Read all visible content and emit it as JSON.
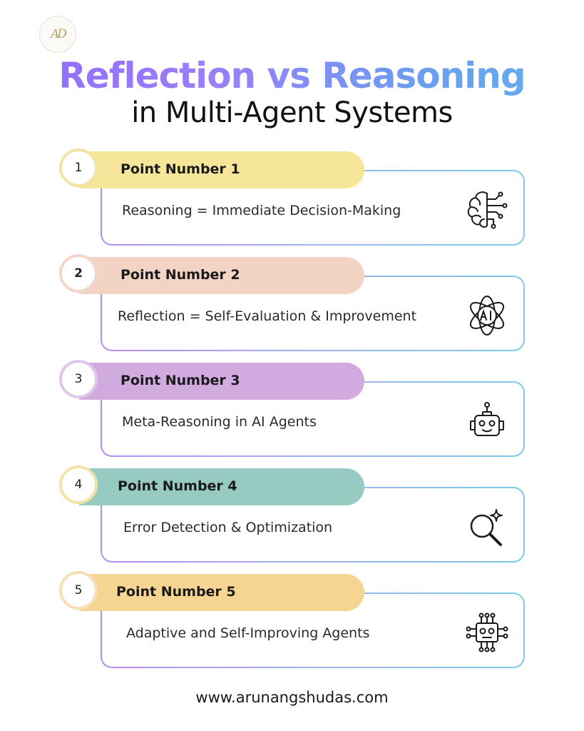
{
  "header": {
    "title": "Reflection vs Reasoning",
    "subtitle": "in Multi-Agent Systems"
  },
  "points": [
    {
      "number": "1",
      "label": "Point Number 1",
      "text": "Reasoning = Immediate Decision-Making",
      "color": "#f5e69a",
      "icon": "brain-circuit-icon"
    },
    {
      "number": "2",
      "label": "Point Number 2",
      "text": "Reflection = Self-Evaluation & Improvement",
      "color": "#f3d3c4",
      "icon": "ai-atom-icon"
    },
    {
      "number": "3",
      "label": "Point Number 3",
      "text": "Meta-Reasoning in AI Agents",
      "color": "#d1aae0",
      "icon": "robot-head-icon"
    },
    {
      "number": "4",
      "label": "Point Number 4",
      "text": "Error Detection & Optimization",
      "color": "#97cbc2",
      "icon": "sparkle-magnifier-icon"
    },
    {
      "number": "5",
      "label": "Point Number 5",
      "text": "Adaptive and Self-Improving Agents",
      "color": "#f6d491",
      "icon": "robot-circuit-icon"
    }
  ],
  "footer": {
    "url": "www.arunangshudas.com"
  }
}
